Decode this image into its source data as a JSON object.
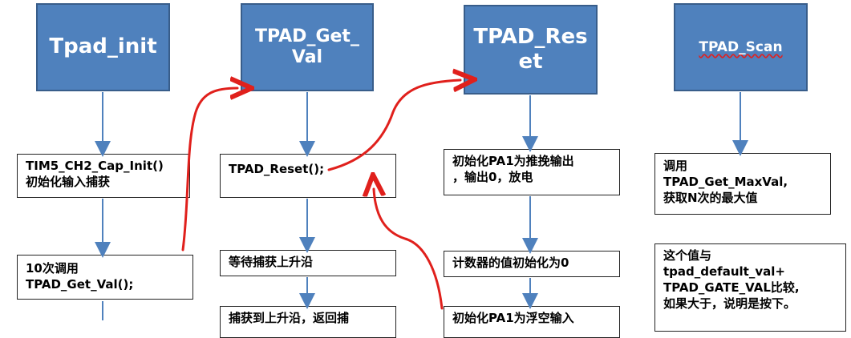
{
  "columns": [
    {
      "header": "Tpad_init",
      "boxes": [
        "TIM5_CH2_Cap_Init()\n初始化输入捕获",
        "10次调用\nTPAD_Get_Val();"
      ]
    },
    {
      "header": "TPAD_Get_\nVal",
      "boxes": [
        "TPAD_Reset();",
        "等待捕获上升沿",
        "捕获到上升沿，返回捕"
      ]
    },
    {
      "header": "TPAD_Res\net",
      "boxes": [
        "初始化PA1为推挽输出\n，输出0，放电",
        "计数器的值初始化为0",
        "初始化PA1为浮空输入"
      ]
    },
    {
      "header": "TPAD_Scan",
      "boxes": [
        "调用\nTPAD_Get_MaxVal,\n获取N次的最大值",
        "这个值与\ntpad_default_val+\nTPAD_GATE_VAL比较,\n如果大于，说明是按下。"
      ]
    }
  ],
  "colors": {
    "header_fill": "#4f81bd",
    "header_border": "#385d8a",
    "flow_arrow": "#4f81bd",
    "link_arrow": "#e0201c"
  }
}
